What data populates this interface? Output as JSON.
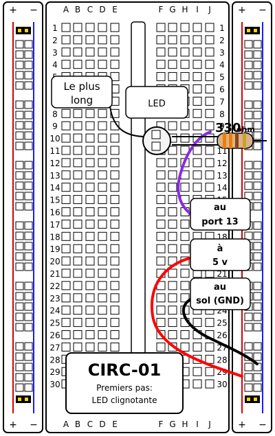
{
  "board": {
    "columns_left": [
      "A",
      "B",
      "C",
      "D",
      "E"
    ],
    "columns_right": [
      "F",
      "G",
      "H",
      "I",
      "J"
    ],
    "rows": [
      "1",
      "2",
      "3",
      "4",
      "5",
      "6",
      "7",
      "8",
      "9",
      "10",
      "11",
      "12",
      "13",
      "14",
      "15",
      "16",
      "17",
      "18",
      "19",
      "20",
      "21",
      "22",
      "23",
      "24",
      "25",
      "26",
      "27",
      "28",
      "29",
      "30"
    ],
    "rail_plus": "+",
    "rail_minus": "−"
  },
  "labels": {
    "longest_leg_line1": "Le plus",
    "longest_leg_line2": "long",
    "led": "LED",
    "resistor_value": "330",
    "resistor_unit": "ohm",
    "port13_line1": "au",
    "port13_line2": "port 13",
    "five_v_line1": "à",
    "five_v_line2": "5 v",
    "gnd_line1": "au",
    "gnd_line2": "sol (GND)"
  },
  "title": {
    "code": "CIRC-01",
    "subtitle_line1": "Premiers pas:",
    "subtitle_line2": "LED clignotante"
  },
  "colors": {
    "rail_red": "#d40000",
    "rail_blue": "#1a1aff",
    "wire_purple": "#8a2be2",
    "wire_red": "#ff0000",
    "wire_black": "#000000",
    "rail_cap": "#ffd700"
  }
}
